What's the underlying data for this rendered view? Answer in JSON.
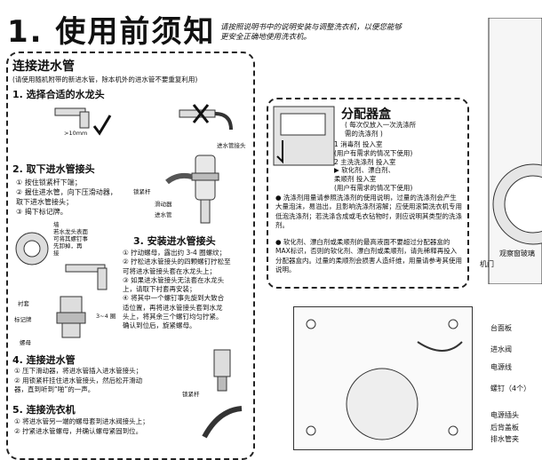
{
  "header": {
    "title": "1. 使用前须知",
    "intro": [
      "请按照说明书中的说明安装与调整洗衣机，以便您能够",
      "更安全正确地使用洗衣机。"
    ]
  },
  "connect": {
    "title": "连接进水管",
    "note": "(请使用随机附带的新进水管，除本机外的进水管不要重复利用)",
    "step1": {
      "title": "1. 选择合适的水龙头",
      "dim": ">10mm",
      "hose_label": "进水管接头"
    },
    "step2": {
      "title": "2. 取下进水管接头",
      "lines": [
        "① 按住锁紧杆下端；",
        "② 握住进水管，向下压滑动器，",
        "取下进水管接头；",
        "③ 揭下标记牌。"
      ],
      "figlabels": [
        "锁紧杆",
        "滑动器",
        "进水管"
      ],
      "warn": [
        "墙",
        "若水龙头表面",
        "可将其螺钉事",
        "先卸掉，再",
        "接"
      ]
    },
    "step3": {
      "title": "3. 安装进水管接头",
      "lines": [
        "① 拧动螺母，露出约 3-4 圈螺纹；",
        "② 拧松进水管接头的四颗螺钉拧松至",
        "可将进水管接头套在水龙头上；",
        "③ 如果进水管接头无法套在水龙头",
        "上，请取下衬套再安装；",
        "④ 将其中一个螺钉事先旋到大致合",
        "适位置，再将进水管接头套到水龙",
        "头上，将其余三个螺钉均匀拧紧。",
        "确认到位后，旋紧螺母。"
      ],
      "figlabels": [
        "衬套",
        "标记牌",
        "螺母",
        "3~4 圈"
      ]
    },
    "step4": {
      "title": "4. 连接进水管",
      "lines": [
        "① 压下滑动器，将进水管插入进水管接头；",
        "② 用锁紧杆挂住进水管接头，然后松开滑动",
        "器，直到听到“啪”的一声。"
      ],
      "figlabel": "锁紧杆"
    },
    "step5": {
      "title": "5. 连接洗衣机",
      "lines": [
        "① 将进水管另一端的螺母套到进水阀接头上；",
        "② 拧紧进水管螺母，并确认螺母紧固到位。"
      ]
    }
  },
  "dispenser": {
    "title": "分配器盒",
    "subtitle": [
      "( 每次仅放入一次洗涤所",
      "需的洗涤剂 )"
    ],
    "items": [
      "1  消毒剂       投入室",
      "(用户有需求的情况下使用)",
      "2  主洗洗涤剂    投入室",
      "▶ 软化剂、漂白剂、",
      "柔顺剂      投入室",
      "(用户有需求的情况下使用)"
    ],
    "bullets": [
      "● 洗涤剂用量请参照洗涤剂的使用说明，过量的洗涤剂会产生大量泡沫，易溢出，且影响洗涤剂溶解；应使用滚筒洗衣机专用低泡洗涤剂；若洗涤含成或毛衣钻物时，则应说明其类型的洗涤剂。",
      "● 软化剂、漂白剂或柔顺剂的最高液面不要超过分配器盒的MAX标识，否则的软化剂、漂白剂或柔顺剂，请先稀释再投入分配器盒内。过量的柔顺剂会损害人造纤维，用量请参考其使用说明。"
    ]
  },
  "machine_labels": [
    "台面板",
    "进水阀",
    "电源线",
    "螺钉（4个）",
    "电源插头",
    "后背盖板",
    "排水管夹"
  ],
  "side_labels": [
    "观察窗玻璃",
    "机门"
  ]
}
